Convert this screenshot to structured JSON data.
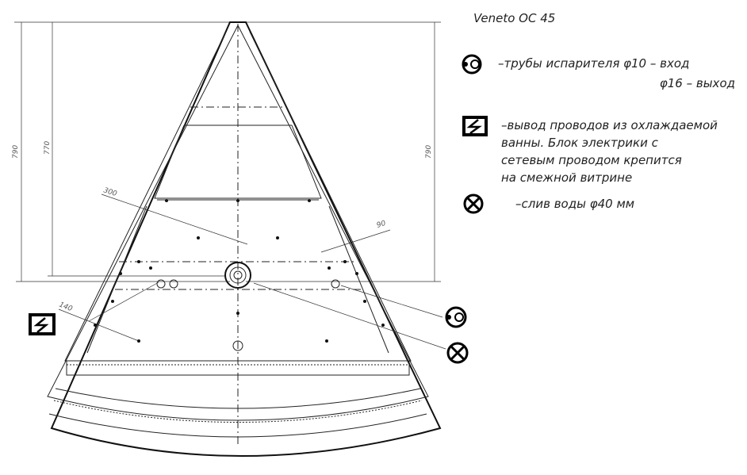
{
  "title": "Veneto OC 45",
  "dimensions": {
    "height_left_outer": "790",
    "height_left_inner": "770",
    "height_right": "790",
    "offset_300": "300",
    "offset_140": "140",
    "offset_90": "90"
  },
  "legend": [
    {
      "icon": "evaporator-pipe-icon",
      "lines": [
        "–трубы испарителя φ10 – вход",
        "φ16 – выход"
      ]
    },
    {
      "icon": "electrical-outlet-icon",
      "lines": [
        "–вывод проводов из охлаждаемой",
        "ванны. Блок электрики с",
        "сетевым проводом крепится",
        "на смежной витрине"
      ]
    },
    {
      "icon": "water-drain-icon",
      "lines": [
        "–слив воды φ40 мм"
      ]
    }
  ]
}
